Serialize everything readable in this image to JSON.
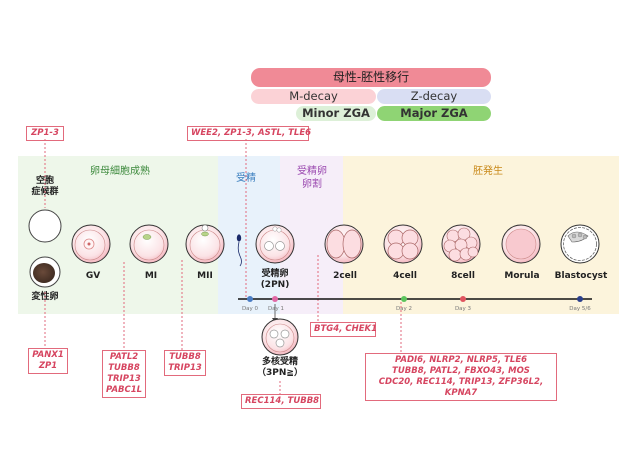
{
  "header": {
    "maternal_embryonic_transition": "母性-胚性移行",
    "m_decay": "M-decay",
    "z_decay": "Z-decay",
    "minor_zga": "Minor ZGA",
    "major_zga": "Major ZGA"
  },
  "regions": {
    "oocyte_maturation": "卵母細胞成熟",
    "fertilization": "受精",
    "zygote_cleavage": "受精卵\n卵割",
    "embryo_development": "胚発生"
  },
  "left": {
    "empty_follicle_syndrome": "空胞\n症候群",
    "degenerated_oocyte": "変性卵"
  },
  "cells": {
    "gv": "GV",
    "mi": "MI",
    "mii": "MII",
    "zygote": "受精卵\n(2PN)",
    "two_cell": "2cell",
    "four_cell": "4cell",
    "eight_cell": "8cell",
    "morula": "Morula",
    "blastocyst": "Blastocyst",
    "polyspermy": "多核受精\n（3PN≧）"
  },
  "days": {
    "day0": "Day 0",
    "day1": "Day 1",
    "day2": "Day 2",
    "day3": "Day 3",
    "day56": "Day 5/6"
  },
  "genes": {
    "zp13_top": "ZP1-3",
    "fertilization_genes": "WEE2,  ZP1-3, ASTL, TLE6",
    "panx1_zp1": "PANX1\nZP1",
    "mi_genes": "PATL2\nTUBB8\nTRIP13\nPABC1L",
    "mii_genes": "TUBB8\nTRIP13",
    "btg4_chek1": "BTG4, CHEK1",
    "rec114_tubb8": "REC114, TUBB8",
    "embryo_genes": "PADI6, NLRP2, NLRP5, TLE6\nTUBB8, PATL2, FBXO43, MOS\nCDC20, REC114, TRIP13, ZFP36L2, KPNA7"
  },
  "colors": {
    "maternal_bar": "#f08a96",
    "m_decay": "#fbd2d6",
    "z_decay": "#d9def3",
    "minor_zga": "#ddf0d8",
    "major_zga": "#8fd474",
    "gene_text": "#d64560",
    "timeline_blue": "#4a7dc4",
    "timeline_pink": "#e06aa6",
    "timeline_green": "#5cc45c",
    "timeline_red": "#e05560",
    "timeline_navy": "#2b3f8c"
  }
}
